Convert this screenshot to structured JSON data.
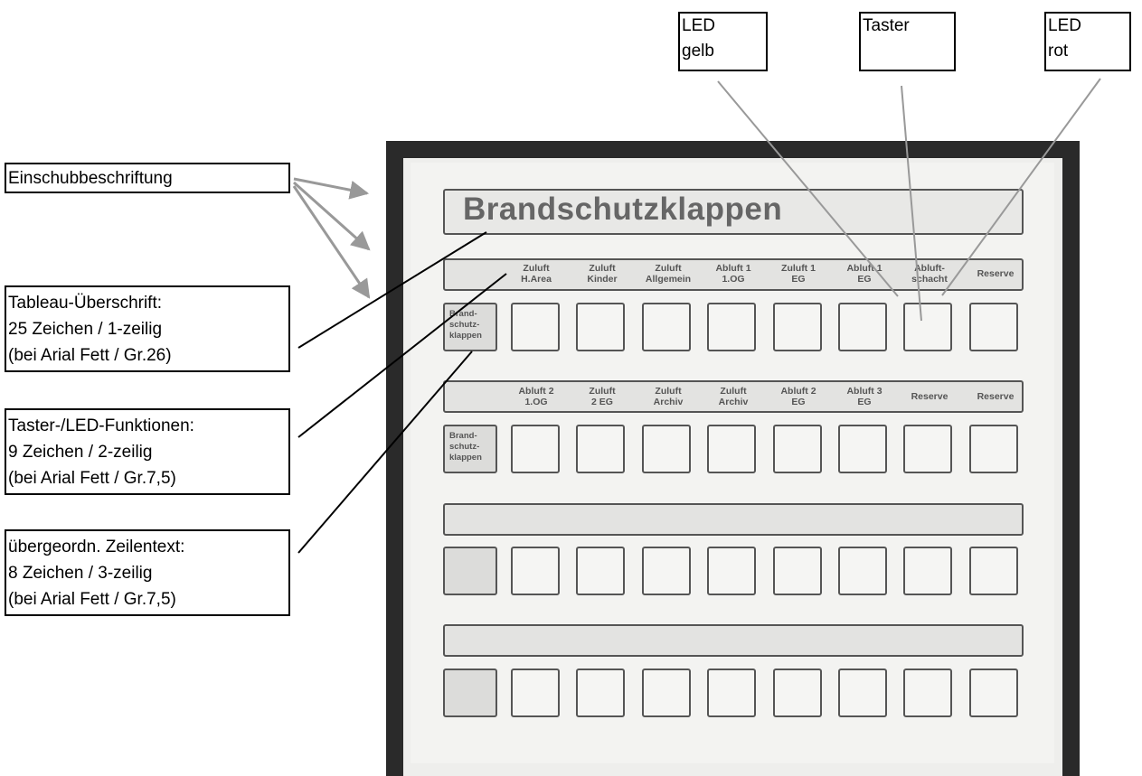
{
  "top_labels": [
    {
      "lines": [
        "LED",
        "gelb"
      ]
    },
    {
      "lines": [
        "Taster"
      ]
    },
    {
      "lines": [
        "LED",
        "rot"
      ]
    }
  ],
  "left_labels": [
    {
      "lines": [
        "Einschubbeschriftung"
      ]
    },
    {
      "lines": [
        "Tableau-Überschrift:",
        "25 Zeichen / 1-zeilig",
        "(bei Arial Fett / Gr.26)"
      ]
    },
    {
      "lines": [
        "Taster-/LED-Funktionen:",
        "9 Zeichen / 2-zeilig",
        "(bei Arial Fett / Gr.7,5)"
      ]
    },
    {
      "lines": [
        "übergeordn. Zeilentext:",
        "8 Zeichen / 3-zeilig",
        "(bei Arial Fett / Gr.7,5)"
      ]
    }
  ],
  "panel": {
    "title": "Brandschutzklappen",
    "rows": [
      {
        "row_label": [
          "Brand-",
          "schutz-",
          "klappen"
        ],
        "columns": [
          [
            "Zuluft",
            "H.Area"
          ],
          [
            "Zuluft",
            "Kinder"
          ],
          [
            "Zuluft",
            "Allgemein"
          ],
          [
            "Abluft 1",
            "1.OG"
          ],
          [
            "Zuluft 1",
            "EG"
          ],
          [
            "Abluft 1",
            "EG"
          ],
          [
            "Abluft-",
            "schacht"
          ],
          [
            "Reserve"
          ]
        ]
      },
      {
        "row_label": [
          "Brand-",
          "schutz-",
          "klappen"
        ],
        "columns": [
          [
            "Abluft 2",
            "1.OG"
          ],
          [
            "Zuluft",
            "2 EG"
          ],
          [
            "Zuluft",
            "Archiv"
          ],
          [
            "Zuluft",
            "Archiv"
          ],
          [
            "Abluft 2",
            "EG"
          ],
          [
            "Abluft 3",
            "EG"
          ],
          [
            "Reserve"
          ],
          [
            "Reserve"
          ]
        ]
      },
      {
        "row_label": [],
        "columns": []
      },
      {
        "row_label": [],
        "columns": []
      }
    ]
  }
}
